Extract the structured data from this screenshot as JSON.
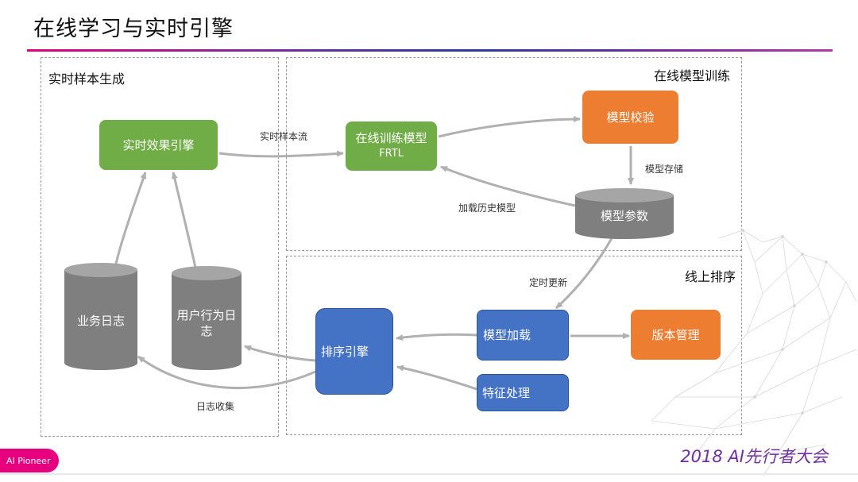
{
  "title": "在线学习与实时引擎",
  "panels": {
    "sample_gen": "实时样本生成",
    "online_training": "在线模型训练",
    "online_ranking": "线上排序"
  },
  "nodes": {
    "realtime_engine": "实时效果引擎",
    "online_training_model_line1": "在线训练模型",
    "online_training_model_line2": "FRTL",
    "model_validation": "模型校验",
    "model_params": "模型参数",
    "biz_log": "业务日志",
    "user_behavior_log_line1": "用户行为日",
    "user_behavior_log_line2": "志",
    "ranking_engine": "排序引擎",
    "model_loading": "模型加载",
    "version_mgmt": "版本管理",
    "feature_processing": "特征处理"
  },
  "edge_labels": {
    "realtime_sample_stream": "实时样本流",
    "model_storage": "模型存储",
    "load_history_model": "加载历史模型",
    "scheduled_update": "定时更新",
    "log_collection": "日志收集"
  },
  "footer": {
    "brand": "2018 AI先行者大会",
    "badge": "AI Pioneer"
  },
  "colors": {
    "green": "#70ad47",
    "orange": "#ed7d31",
    "blue": "#4472c4",
    "gray": "#7f7f7f",
    "arrow": "#b0b0b0",
    "brand_purple": "#7030a0",
    "badge_pink": "#e6007e"
  }
}
